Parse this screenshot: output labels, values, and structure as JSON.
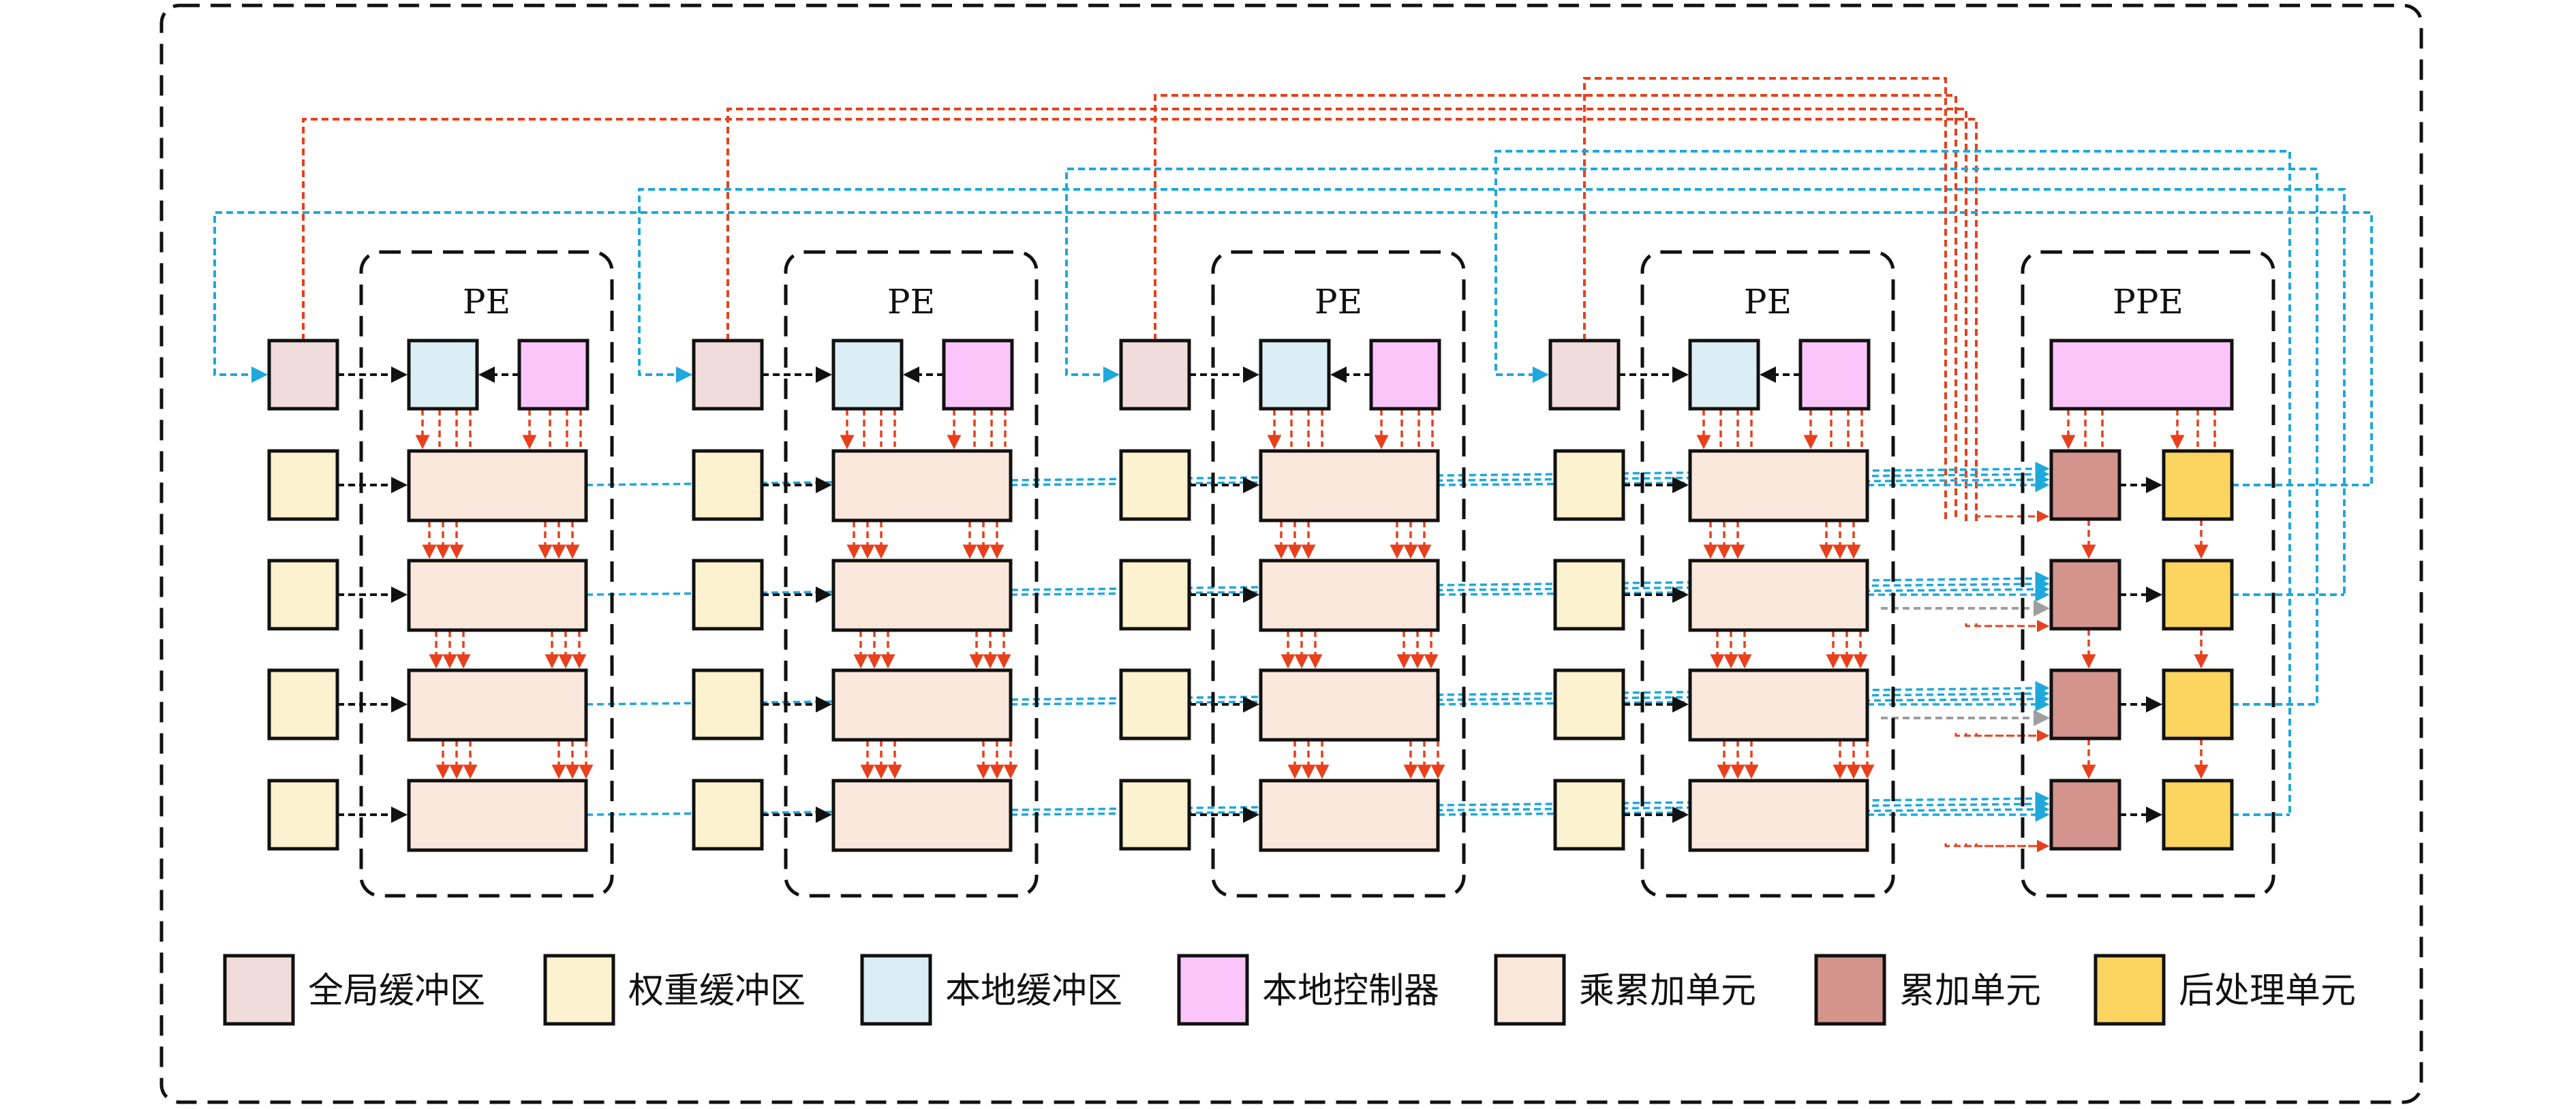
{
  "diagram": {
    "pe_title": "PE",
    "ppe_title": "PPE",
    "legend": [
      {
        "label": "全局缓冲区",
        "color": "#f0dcda",
        "icon": "global-buffer-swatch"
      },
      {
        "label": "权重缓冲区",
        "color": "#fdf2d0",
        "icon": "weight-buffer-swatch"
      },
      {
        "label": "本地缓冲区",
        "color": "#dbeef3",
        "icon": "local-buffer-swatch"
      },
      {
        "label": "本地控制器",
        "color": "#fcc5f9",
        "icon": "local-controller-swatch"
      },
      {
        "label": "乘累加单元",
        "color": "#fbe8dc",
        "icon": "mac-unit-swatch"
      },
      {
        "label": "累加单元",
        "color": "#d4948e",
        "icon": "accumulator-unit-swatch"
      },
      {
        "label": "后处理单元",
        "color": "#fcd561",
        "icon": "post-processing-unit-swatch"
      }
    ],
    "colors": {
      "global_buffer": "#f0dcda",
      "weight_buffer": "#fdf2d0",
      "local_buffer": "#dbeef3",
      "local_controller": "#fcc5f9",
      "mac_unit": "#fbe8dc",
      "accumulator": "#d4948e",
      "post_processing": "#fcd561",
      "red_line": "#e8401c",
      "blue_line": "#1ea8dc",
      "gray_line": "#9e9e9e",
      "black_line": "#111111"
    }
  }
}
